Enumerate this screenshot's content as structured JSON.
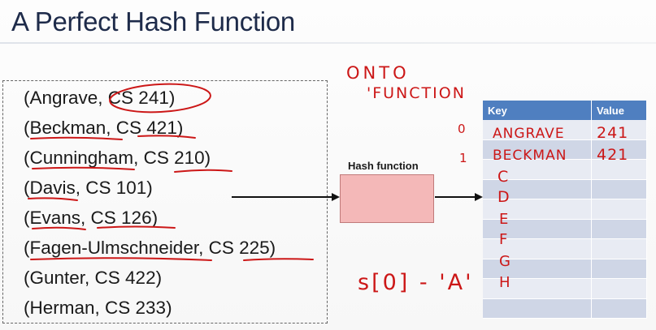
{
  "title": "A Perfect Hash Function",
  "pairs": [
    "(Angrave, CS 241)",
    "(Beckman, CS 421)",
    "(Cunningham, CS 210)",
    "(Davis, CS 101)",
    "(Evans, CS 126)",
    "(Fagen-Ulmschneider, CS 225)",
    "(Gunter, CS 422)",
    "(Herman, CS 233)"
  ],
  "hash_function_label": "Hash function",
  "table": {
    "headers": [
      "Key",
      "Value"
    ],
    "row_count": 10
  },
  "annotations": {
    "onto": "ONTO",
    "function": "'FUNCTION",
    "index_0": "0",
    "index_1": "1",
    "table_keys": [
      "ANGRAVE",
      "BECKMAN",
      "C",
      "D",
      "E",
      "F",
      "G",
      "H"
    ],
    "table_values": [
      "241",
      "421"
    ],
    "formula": "s[0] - 'A'"
  },
  "colors": {
    "header_blue": "#4f7fc0",
    "ink_red": "#cc1717",
    "hash_box_pink": "#f4b8b8",
    "title_navy": "#1e2b4a"
  }
}
